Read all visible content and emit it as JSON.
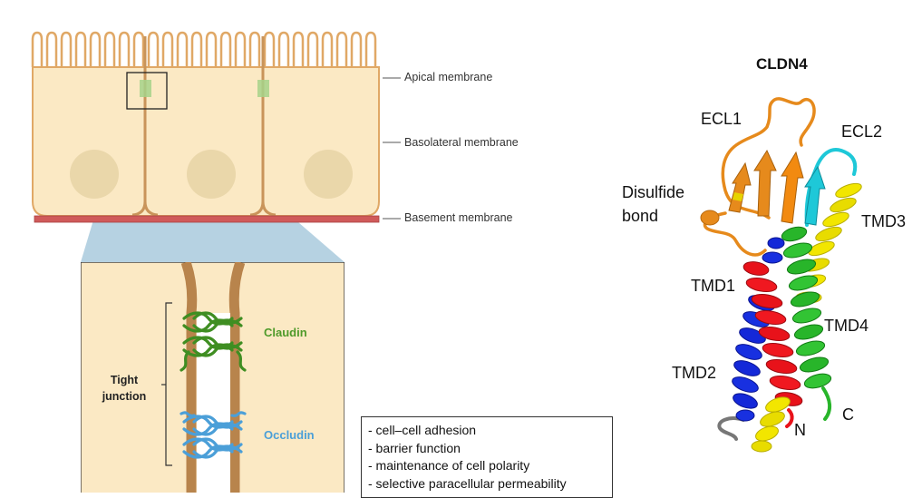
{
  "cell_diagram": {
    "apical_label": "Apical membrane",
    "basolateral_label": "Basolateral membrane",
    "basement_label": "Basement membrane"
  },
  "junction_inset": {
    "claudin_label": "Claudin",
    "occludin_label": "Occludin",
    "tight_junction_line1": "Tight",
    "tight_junction_line2": "junction",
    "functions": [
      "- cell–cell adhesion",
      "- barrier function",
      "- maintenance of cell polarity",
      "- selective paracellular permeability"
    ]
  },
  "protein_structure": {
    "title": "CLDN4",
    "labels": {
      "ecl1": "ECL1",
      "ecl2": "ECL2",
      "disulfide_line1": "Disulfide",
      "disulfide_line2": "bond",
      "tmd1": "TMD1",
      "tmd2": "TMD2",
      "tmd3": "TMD3",
      "tmd4": "TMD4",
      "n_term": "N",
      "c_term": "C"
    }
  },
  "colors": {
    "cell_fill": "#fbe9c4",
    "cell_outline": "#e0a866",
    "membrane_brown": "#b8844c",
    "basement": "#d05a5a",
    "zoom_cone": "#9ec3d8",
    "claudin": "#3f8e22",
    "occludin": "#4b9fd8",
    "helix_red": "#e8121a",
    "helix_blue": "#1428d8",
    "helix_green": "#28b52a",
    "helix_yellow": "#f2e600",
    "loop_orange": "#e68a1c",
    "loop_cyan": "#1ec8d8"
  }
}
